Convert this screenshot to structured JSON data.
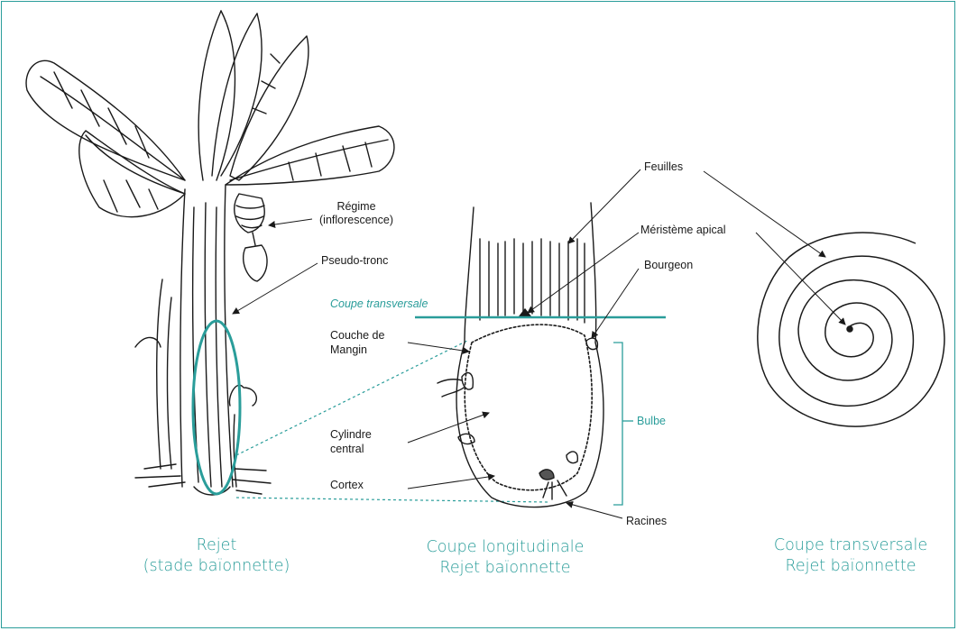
{
  "accent_color": "#2a9d9a",
  "ink_color": "#1a1a1a",
  "labels": {
    "regime": "Régime",
    "inflorescence": "(inflorescence)",
    "pseudo_tronc": "Pseudo-tronc",
    "feuilles": "Feuilles",
    "meristeme_apical": "Méristème apical",
    "bourgeon": "Bourgeon",
    "coupe_transversale_line": "Coupe transversale",
    "couche_de": "Couche de",
    "mangin": "Mangin",
    "bulbe": "Bulbe",
    "cylindre": "Cylindre",
    "central": "central",
    "cortex": "Cortex",
    "racines": "Racines"
  },
  "captions": {
    "rejet_line1": "Rejet",
    "rejet_line2": "(stade baïonnette)",
    "longitudinale_line1": "Coupe longitudinale",
    "longitudinale_line2": "Rejet baïonnette",
    "transversale_line1": "Coupe transversale",
    "transversale_line2": "Rejet baïonnette"
  }
}
